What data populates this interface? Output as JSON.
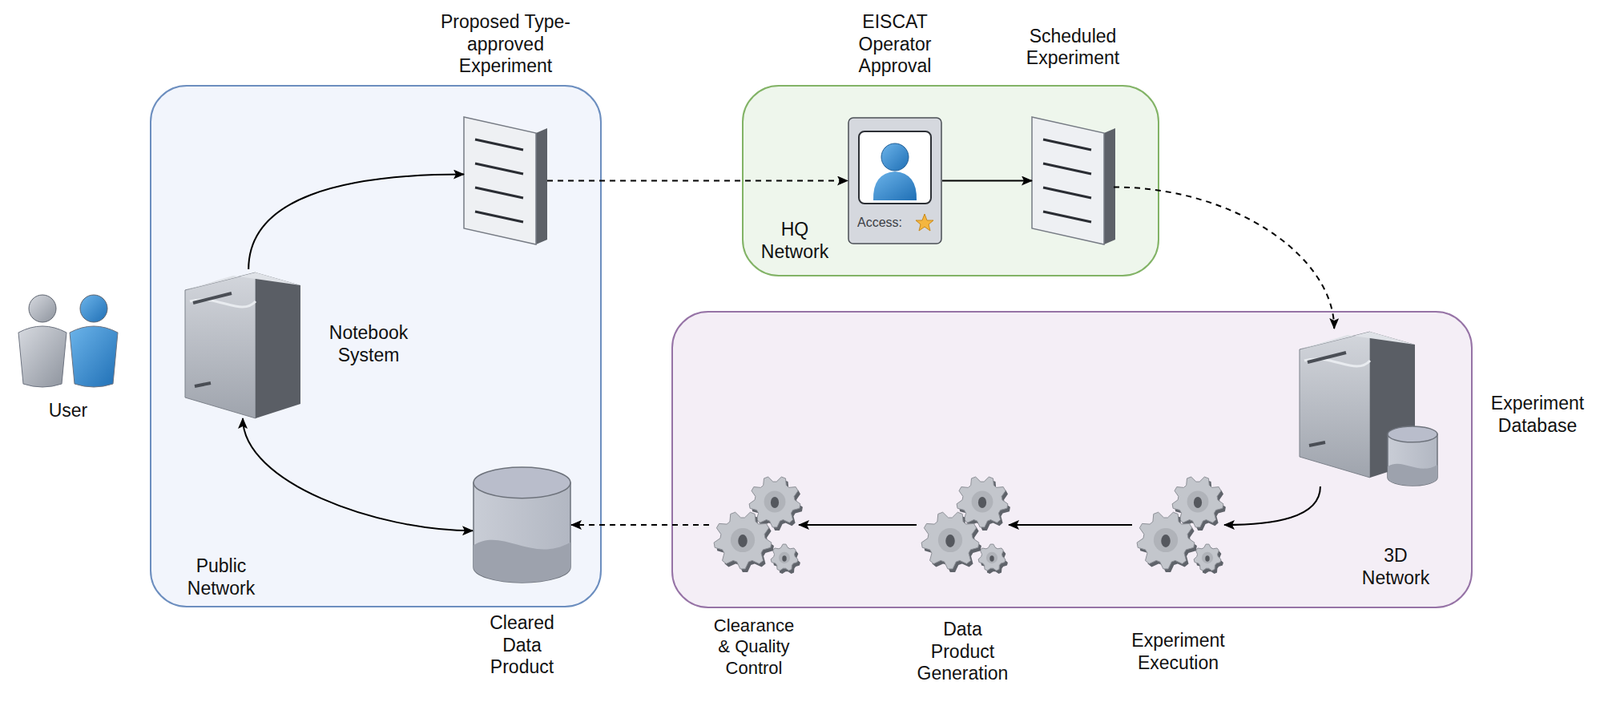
{
  "diagram": {
    "nodes": [
      {
        "text": [
          "User"
        ]
      },
      {
        "text": [
          "Public Network"
        ]
      },
      {
        "text": [
          "Notebook System"
        ],
        "in": 1
      },
      {
        "text": [
          "Proposed Type-approved Experiment"
        ],
        "in": 1
      },
      {
        "text": [
          "Cleared Data Product"
        ],
        "in": 1
      },
      {
        "text": [
          "HQ Network"
        ]
      },
      {
        "text": [
          "EISCAT Operator Approval",
          "Access:"
        ],
        "in": 5
      },
      {
        "text": [
          "Scheduled Experiment"
        ],
        "in": 5
      },
      {
        "text": [
          "3D Network"
        ]
      },
      {
        "text": [
          "Experiment Database"
        ],
        "in": 8
      },
      {
        "text": [
          "Experiment Execution"
        ],
        "in": 8
      },
      {
        "text": [
          "Data Product Generation"
        ],
        "in": 8
      },
      {
        "text": [
          "Clearance & Quality Control"
        ],
        "in": 8
      }
    ],
    "edges": [
      {
        "from": 2,
        "to": 3,
        "arrow": "to"
      },
      {
        "from": 3,
        "to": 6,
        "arrow": "to"
      },
      {
        "from": 6,
        "to": 7,
        "arrow": "to"
      },
      {
        "from": 7,
        "to": 9,
        "arrow": "to"
      },
      {
        "from": 9,
        "to": 10,
        "arrow": "to"
      },
      {
        "from": 10,
        "to": 11,
        "arrow": "to"
      },
      {
        "from": 11,
        "to": 12,
        "arrow": "to"
      },
      {
        "from": 12,
        "to": 4,
        "arrow": "to"
      },
      {
        "from": 4,
        "to": 2,
        "arrow": "both"
      }
    ]
  }
}
